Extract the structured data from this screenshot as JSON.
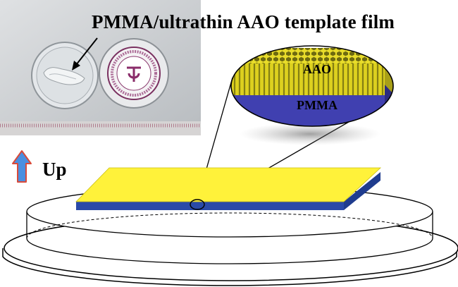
{
  "photo": {
    "title": "PMMA/ultrathin AAO template film"
  },
  "direction": {
    "label": "Up"
  },
  "layers": {
    "top": "AAO",
    "bottom": "PMMA"
  },
  "colors": {
    "aao_yellow": "#fff23a",
    "pmma_blue": "#4040b0",
    "arrow_blue": "#4a8fe0",
    "arrow_red": "#d94a3a",
    "photo_bg": "#c9cccf"
  },
  "icons": [
    "up-arrow-icon",
    "pointer-arrow-icon"
  ]
}
